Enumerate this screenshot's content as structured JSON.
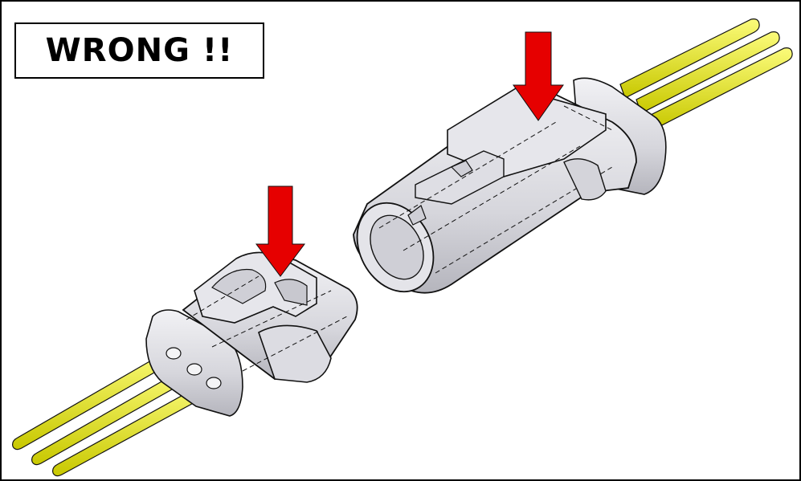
{
  "label": {
    "text": "WRONG !!"
  },
  "colors": {
    "arrow": "#e60000",
    "wire": "#e6e600",
    "housing": "#d9d9de",
    "housing_dark": "#b8b8c0",
    "outline": "#111111"
  },
  "icons": [
    "wrong-label",
    "red-arrow",
    "connector-housing",
    "yellow-wire"
  ]
}
